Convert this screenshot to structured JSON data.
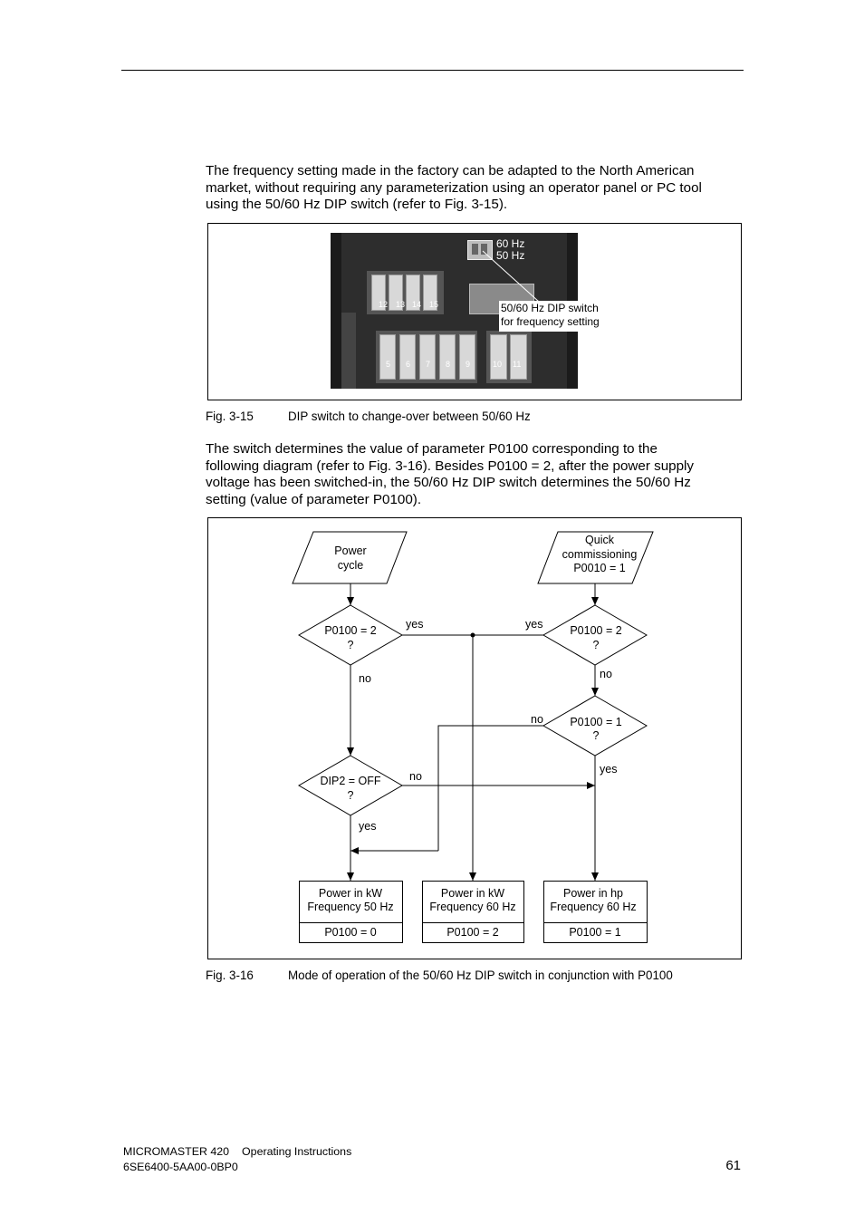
{
  "intro_lines": [
    "The frequency setting made in the factory can be adapted to the North American",
    "market, without requiring any parameterization using an operator panel or PC tool",
    "using the 50/60 Hz DIP switch (refer to Fig. 3-15)."
  ],
  "photo": {
    "label_60": "60 Hz",
    "label_50": "50 Hz",
    "callout_line1": "50/60 Hz DIP switch",
    "callout_line2": "for frequency setting",
    "terminals_top": [
      "12",
      "13",
      "14",
      "15"
    ],
    "terminals_bottom": [
      "5",
      "6",
      "7",
      "8",
      "9"
    ],
    "terminals_right": [
      "10",
      "11"
    ]
  },
  "fig15": {
    "number": "Fig. 3-15",
    "title": "DIP switch to change-over between 50/60 Hz"
  },
  "body_lines": [
    "The switch determines the value of parameter P0100 corresponding to the",
    "following diagram (refer to Fig. 3-16). Besides P0100 = 2, after the power supply",
    "voltage has been switched-in, the 50/60 Hz DIP switch determines the 50/60 Hz",
    "setting (value of parameter P0100)."
  ],
  "flow": {
    "power_cycle": [
      "Power",
      "cycle"
    ],
    "quick_comm": [
      "Quick",
      "commissioning",
      "P0010 = 1"
    ],
    "dec_left": [
      "P0100 = 2",
      "?"
    ],
    "dec_right1": [
      "P0100 = 2",
      "?"
    ],
    "dec_right2": [
      "P0100 = 1",
      "?"
    ],
    "dec_dip": [
      "DIP2 = OFF",
      "?"
    ],
    "yes": "yes",
    "no": "no",
    "box1": [
      "Power in kW",
      "Frequency 50 Hz",
      "P0100 = 0"
    ],
    "box2": [
      "Power in kW",
      "Frequency 60 Hz",
      "P0100 = 2"
    ],
    "box3": [
      "Power in hp",
      "Frequency 60 Hz",
      "P0100 = 1"
    ]
  },
  "fig16": {
    "number": "Fig. 3-16",
    "title": "Mode of operation of the 50/60 Hz DIP switch in conjunction with P0100"
  },
  "footer": {
    "product": "MICROMASTER 420",
    "doc_type": "Operating Instructions",
    "order_no": "6SE6400-5AA00-0BP0",
    "page": "61"
  }
}
